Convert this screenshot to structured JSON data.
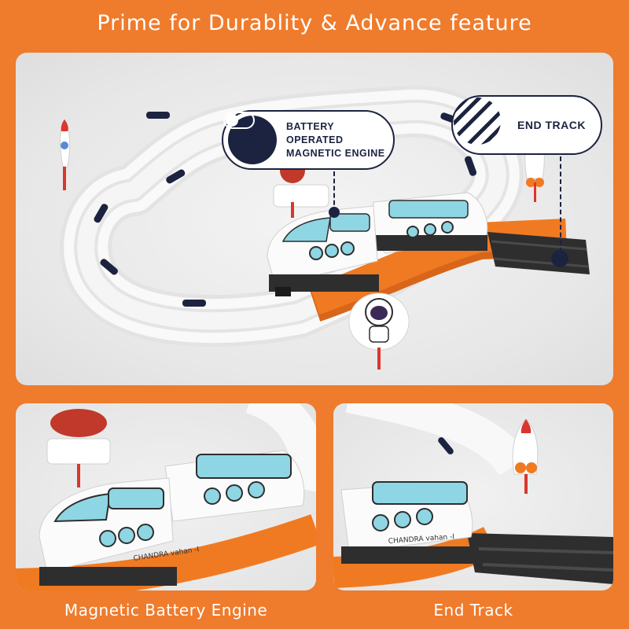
{
  "heading": "Prime for Durablity & Advance feature",
  "callouts": {
    "engine": {
      "label": "BATTERY OPERATED\nMAGNETIC ENGINE",
      "icon": "battery-toggle-icon"
    },
    "end_track": {
      "label": "END TRACK",
      "icon": "diagonal-stripes-icon"
    }
  },
  "train_text": {
    "car_label": "CHANDRA vahan -I"
  },
  "captions": {
    "left": "Magnetic Battery Engine",
    "right": "End Track"
  },
  "colors": {
    "background": "#ef7b2c",
    "navy": "#1c2340",
    "track_white": "#f7f7f7",
    "track_orange": "#f07a22",
    "track_black": "#2e2e2e",
    "window_blue": "#8fd6e4"
  }
}
